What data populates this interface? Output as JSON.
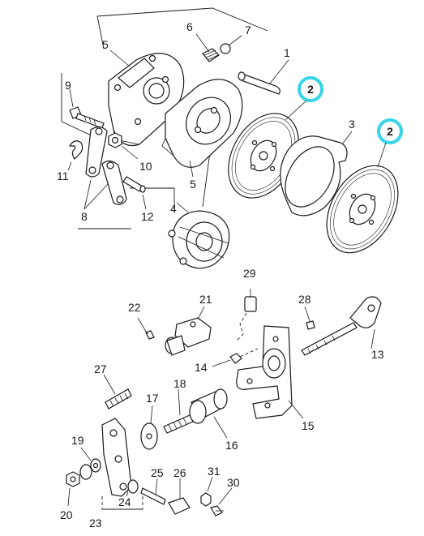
{
  "highlight_color": "#38d4e8",
  "callouts": {
    "c1": "1",
    "c2a": "2",
    "c2b": "2",
    "c3": "3",
    "c4": "4",
    "c5a": "5",
    "c5b": "5",
    "c6": "6",
    "c7": "7",
    "c8": "8",
    "c9": "9",
    "c10": "10",
    "c11": "11",
    "c12": "12",
    "c13": "13",
    "c14": "14",
    "c15": "15",
    "c16": "16",
    "c17": "17",
    "c18": "18",
    "c19": "19",
    "c20": "20",
    "c21": "21",
    "c22": "22",
    "c23": "23",
    "c24": "24",
    "c25": "25",
    "c26": "26",
    "c27": "27",
    "c28": "28",
    "c29": "29",
    "c30": "30",
    "c31": "31"
  }
}
